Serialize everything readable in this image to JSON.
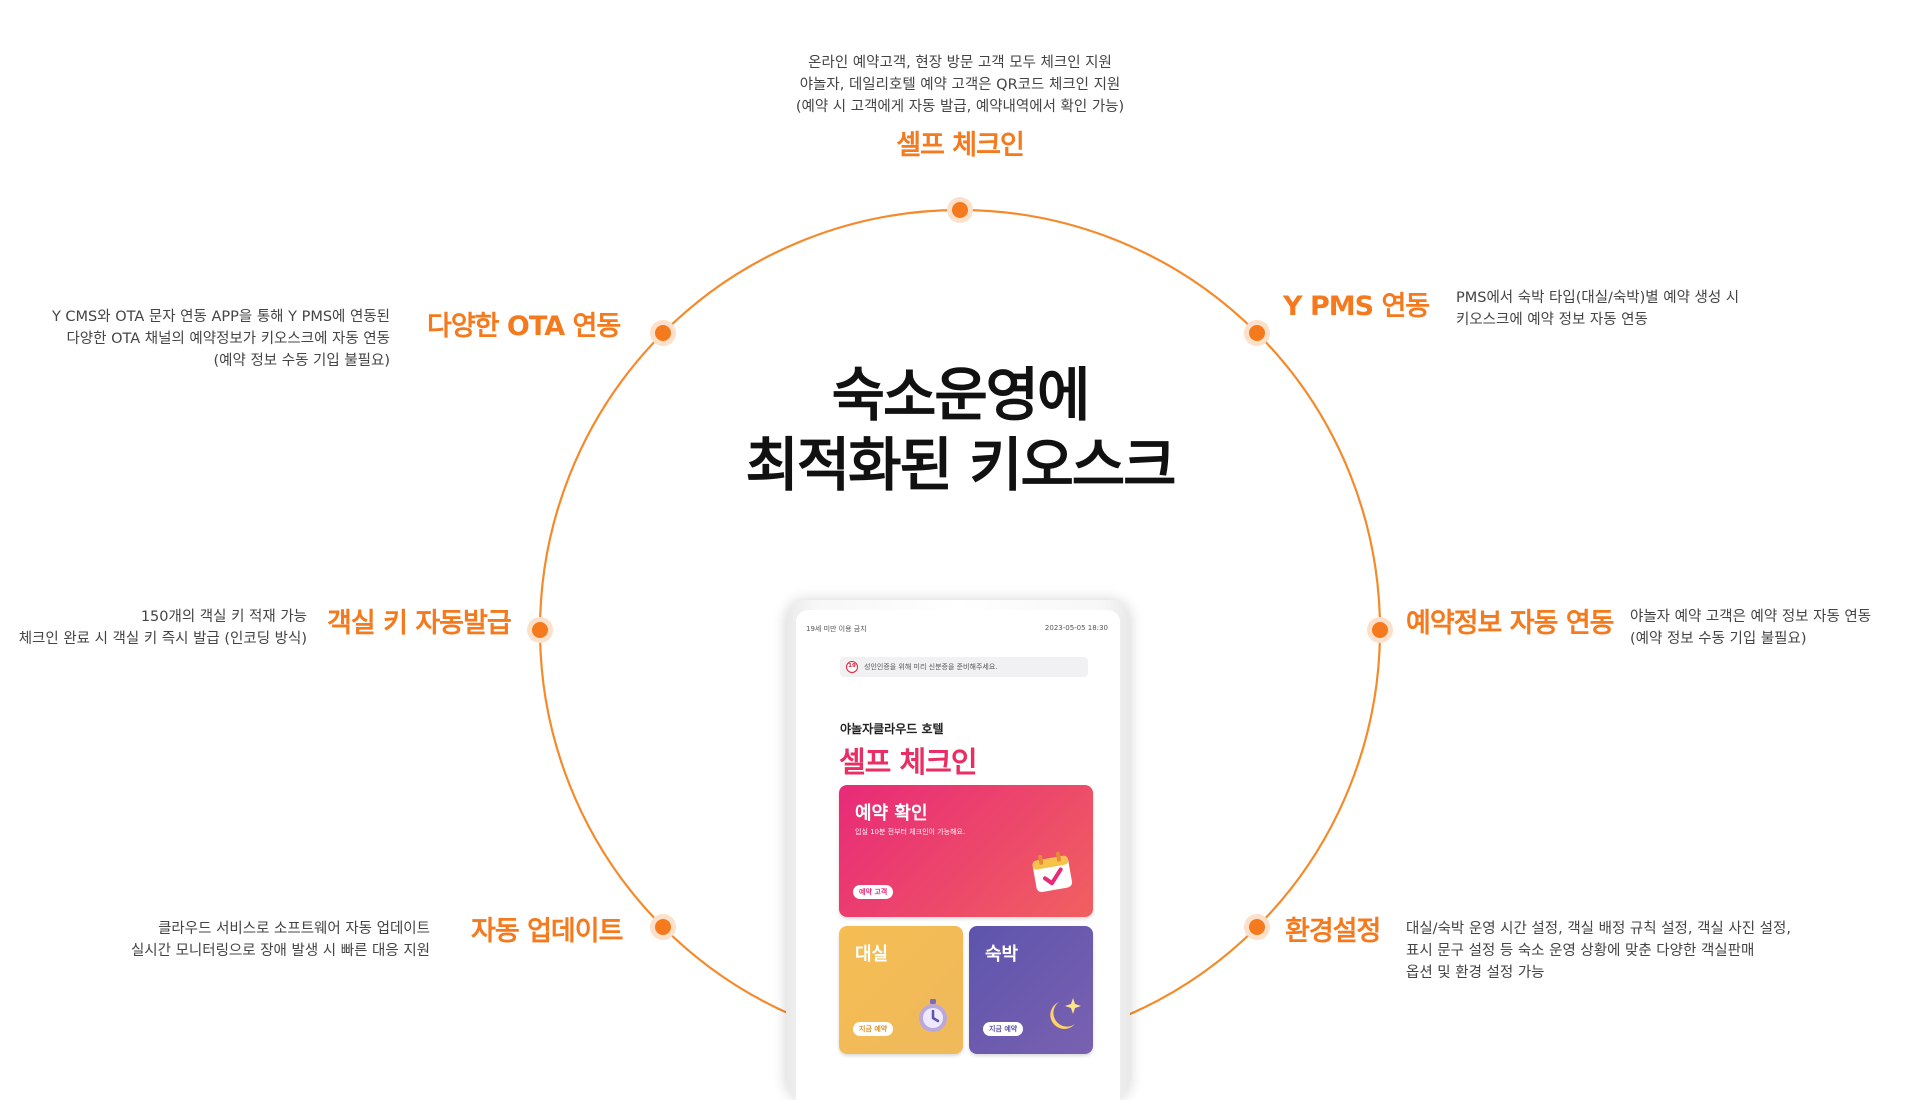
{
  "headline": {
    "line1": "숙소운영에",
    "line2": "최적화된 키오스크"
  },
  "features": {
    "self_checkin": {
      "title": "셀프 체크인",
      "desc": [
        "온라인 예약고객, 현장 방문 고객 모두 체크인 지원",
        "야놀자, 데일리호텔 예약 고객은 QR코드 체크인 지원",
        "(예약 시 고객에게 자동 발급, 예약내역에서 확인 가능)"
      ]
    },
    "ota": {
      "title": "다양한 OTA 연동",
      "desc": [
        "Y CMS와 OTA 문자 연동 APP을 통해 Y PMS에 연동된",
        "다양한 OTA 채널의 예약정보가 키오스크에 자동 연동",
        "(예약 정보 수동 기입 불필요)"
      ]
    },
    "ypms": {
      "title": "Y PMS 연동",
      "desc": [
        "PMS에서 숙박 타입(대실/숙박)별 예약 생성 시",
        "키오스크에 예약 정보 자동 연동"
      ]
    },
    "room_key": {
      "title": "객실 키 자동발급",
      "desc": [
        "150개의 객실 키 적재 가능",
        "체크인 완료 시 객실 키 즉시 발급 (인코딩 방식)"
      ]
    },
    "reservation_sync": {
      "title": "예약정보 자동 연동",
      "desc": [
        "야놀자 예약 고객은 예약 정보 자동 연동",
        "(예약 정보 수동 기입 불필요)"
      ]
    },
    "auto_update": {
      "title": "자동 업데이트",
      "desc": [
        "클라우드 서비스로 소프트웨어 자동 업데이트",
        "실시간 모니터링으로 장애 발생 시 빠른 대응 지원"
      ]
    },
    "environment": {
      "title": "환경설정",
      "desc": [
        "대실/숙박 운영 시간 설정, 객실 배정 규칙 설정, 객실 사진 설정,",
        "표시 문구 설정 등 숙소 운영 상황에 맞춘 다양한 객실판매",
        "옵션 및 환경 설정 가능"
      ]
    }
  },
  "kiosk": {
    "status_left": "19세 미만 이용 금지",
    "status_right": "2023-05-05 18:30",
    "notice_badge": "19",
    "notice": "성인인증을 위해 미리 신분증을 준비해주세요.",
    "hotel_name": "야놀자클라우드 호텔",
    "screen_title": "셀프 체크인",
    "reserve_card": {
      "title": "예약 확인",
      "subtitle": "입실 10분 전부터 체크인이 가능해요.",
      "button": "예약 고객"
    },
    "day_card": {
      "title": "대실",
      "button": "지금 예약"
    },
    "night_card": {
      "title": "숙박",
      "button": "지금 예약"
    }
  },
  "colors": {
    "accent": "#f47a1d",
    "ring": "#f48a2a",
    "headline": "#111111",
    "kiosk_pink": "#ea2d63",
    "card_reserve": "#e82a78",
    "card_day": "#f5bd52",
    "card_night": "#5d54ad"
  },
  "icons": [
    "calendar-check-icon",
    "stopwatch-icon",
    "moon-star-icon"
  ]
}
